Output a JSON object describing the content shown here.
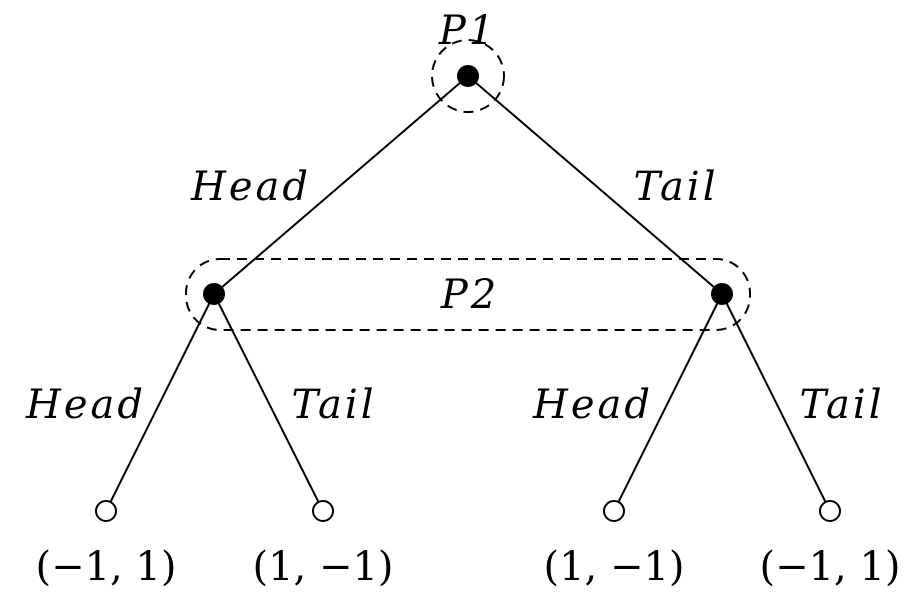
{
  "players": {
    "p1": "P1",
    "p2": "P2"
  },
  "actions": {
    "p1_left": "Head",
    "p1_right": "Tail",
    "p2_left_left": "Head",
    "p2_left_right": "Tail",
    "p2_right_left": "Head",
    "p2_right_right": "Tail"
  },
  "payoffs": [
    "(−1, 1)",
    "(1, −1)",
    "(1, −1)",
    "(−1, 1)"
  ]
}
